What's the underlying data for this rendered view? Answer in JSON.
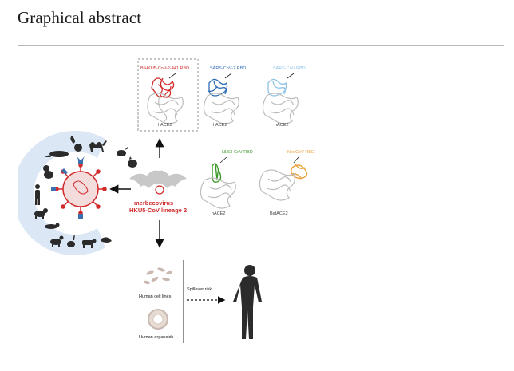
{
  "section_title": "Graphical abstract",
  "figure": {
    "rbd_labels": {
      "bthku5": "BtHKU5-CoV-2-441 RBD",
      "sars2": "SARS-CoV-2 RBD",
      "sars": "SARS-CoV RBD",
      "nl63": "NL63-CoV RBD",
      "neo": "NeoCoV RBD"
    },
    "receptor_labels": {
      "hace2_1": "hACE2",
      "hace2_2": "hACE2",
      "hace2_3": "hACE2",
      "hace2_4": "hACE2",
      "batace2": "BatACE2"
    },
    "virus_title_1": "merbecovirus",
    "virus_title_2": "HKU5-CoV lineage 2",
    "cell_lines": "Human cell lines",
    "organoids": "Human organoids",
    "spillover": "Spillover risk",
    "colors": {
      "red": "#d12b2b",
      "blue": "#2f6db5",
      "light_blue": "#8fc3e6",
      "green": "#3f9a2e",
      "orange": "#e8a13c",
      "ring": "#dbe7f4",
      "receptor_blue": "#3c6fb0",
      "grey_protein": "#bdbdbd",
      "silhouette": "#2b2b2b"
    }
  }
}
